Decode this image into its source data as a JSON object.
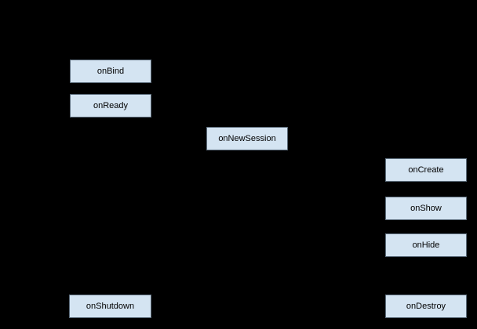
{
  "diagram": {
    "background_color": "#000000",
    "node_fill_color": "#d4e4f2",
    "node_border_color": "#5b6b7a",
    "node_text_color": "#000000",
    "nodes": [
      {
        "label": "onBind"
      },
      {
        "label": "onReady"
      },
      {
        "label": "onNewSession"
      },
      {
        "label": "onCreate"
      },
      {
        "label": "onShow"
      },
      {
        "label": "onHide"
      },
      {
        "label": "onShutdown"
      },
      {
        "label": "onDestroy"
      }
    ]
  }
}
